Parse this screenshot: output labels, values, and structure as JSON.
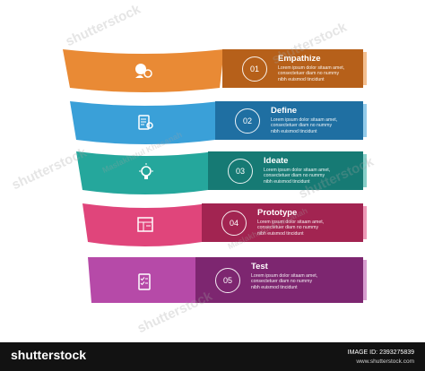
{
  "steps": [
    {
      "number": "01",
      "title": "Empathize",
      "desc": [
        "Lorem ipsum dolor sitaam amet,",
        "consectetuer diam no nummy",
        "nibh euismod tincidunt"
      ],
      "color": "#e98a35",
      "dark": "#b6601a",
      "icon": "head-gears-icon"
    },
    {
      "number": "02",
      "title": "Define",
      "desc": [
        "Lorem ipsum dolor sitaam amet,",
        "consectetuer diam no nummy",
        "nibh euismod tincidunt"
      ],
      "color": "#3aa0d8",
      "dark": "#1f6fa2",
      "icon": "clipboard-search-icon"
    },
    {
      "number": "03",
      "title": "Ideate",
      "desc": [
        "Lorem ipsum dolor sitaam amet,",
        "consectetuer diam no nummy",
        "nibh euismod tincidunt"
      ],
      "color": "#25a79c",
      "dark": "#167a74",
      "icon": "lightbulb-icon"
    },
    {
      "number": "04",
      "title": "Prototype",
      "desc": [
        "Lorem ipsum dolor sitaam amet,",
        "consectetuer diam no nummy",
        "nibh euismod tincidunt"
      ],
      "color": "#e0457b",
      "dark": "#a22451",
      "icon": "blueprint-icon"
    },
    {
      "number": "05",
      "title": "Test",
      "desc": [
        "Lorem ipsum dolor sitaam amet,",
        "consectetuer diam no nummy",
        "nibh euismod tincidunt"
      ],
      "color": "#b64aa8",
      "dark": "#7d2670",
      "icon": "checklist-icon"
    }
  ],
  "footer": {
    "brand": "shutterstock",
    "image_id": "IMAGE ID: 2393275839",
    "site": "www.shutterstock.com"
  },
  "watermarks": [
    "shutterstock",
    "Maslakhatul Khasanah"
  ]
}
